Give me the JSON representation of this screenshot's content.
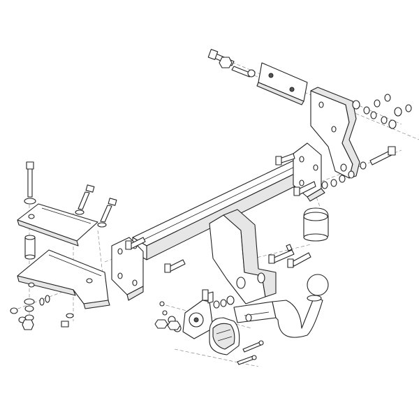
{
  "diagram": {
    "background": "#ffffff",
    "line_color": "#222222",
    "shade_color": "#e6e6e6",
    "parts": [
      "main-crossbar",
      "left-side-bracket-upper",
      "left-side-bracket-lower",
      "right-side-bracket",
      "clamp-plate",
      "center-bracket",
      "tow-ball-neck",
      "tow-ball",
      "tow-ball-cap",
      "socket-plate",
      "electrical-socket",
      "spacer-tube"
    ]
  }
}
